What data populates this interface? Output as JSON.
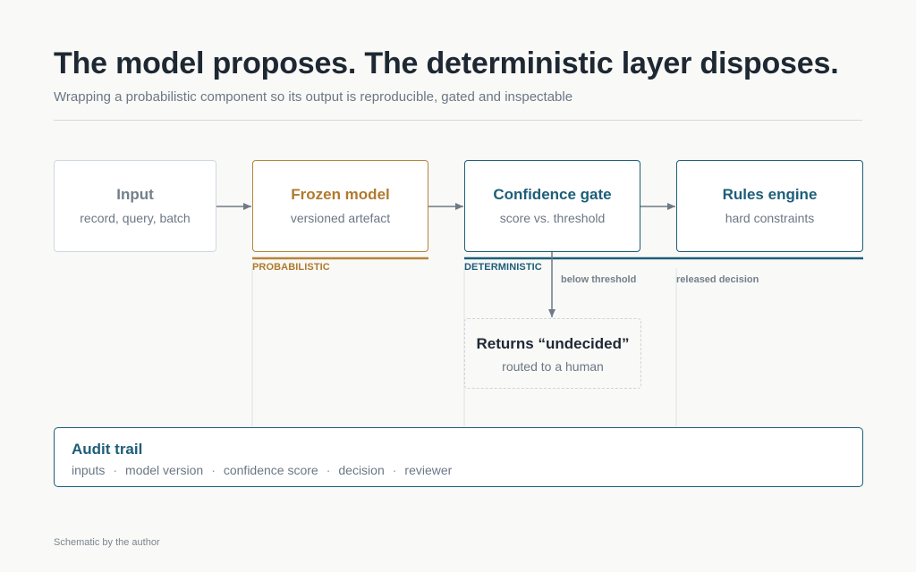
{
  "header": {
    "title": "The model proposes. The deterministic layer disposes.",
    "subtitle": "Wrapping a probabilistic component so its output is reproducible, gated and inspectable"
  },
  "pipeline": [
    {
      "title": "Input",
      "subtitle": "record, query, batch"
    },
    {
      "title": "Frozen model",
      "subtitle": "versioned artefact"
    },
    {
      "title": "Confidence gate",
      "subtitle": "score vs. threshold"
    },
    {
      "title": "Rules engine",
      "subtitle": "hard constraints"
    }
  ],
  "bands": {
    "probabilistic": "PROBABILISTIC",
    "deterministic": "DETERMINISTIC"
  },
  "edges": {
    "below_threshold": "below threshold",
    "released_decision": "released decision"
  },
  "undecided": {
    "title": "Returns “undecided”",
    "subtitle": "routed to a human"
  },
  "audit": {
    "title": "Audit trail",
    "items": [
      "inputs",
      "model version",
      "confidence score",
      "decision",
      "reviewer"
    ],
    "separator": "·"
  },
  "footer": "Schematic by the author",
  "colors": {
    "probabilistic": "#b5843a",
    "deterministic": "#1d5e78",
    "neutral": "#cfd8e0",
    "arrow": "#6e7a86"
  }
}
